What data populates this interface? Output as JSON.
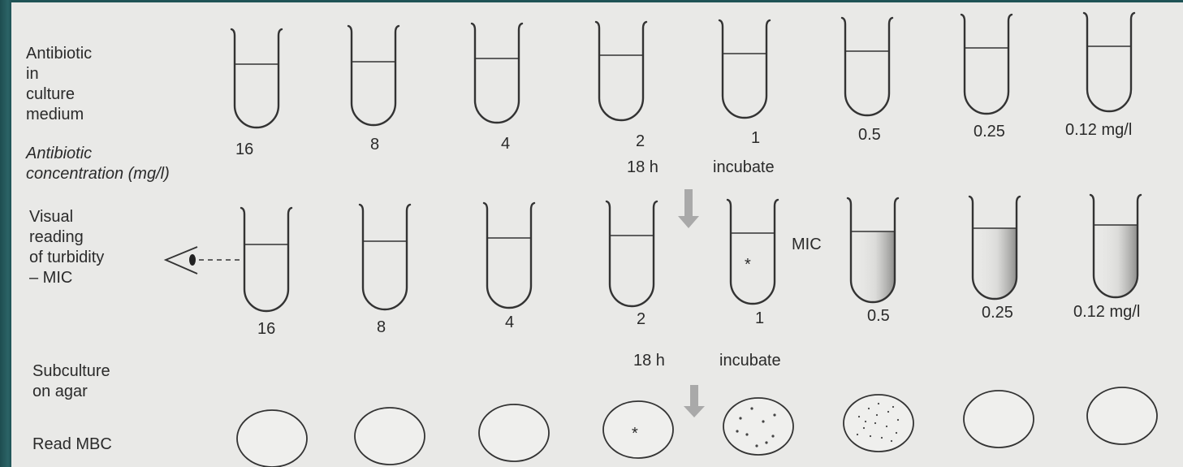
{
  "row1": {
    "label": [
      "Antibiotic",
      "in",
      "culture",
      "medium"
    ],
    "concentrations": [
      "16",
      "8",
      "4",
      "2",
      "1",
      "0.5",
      "0.25",
      "0.12 mg/l"
    ],
    "axis_label": [
      "Antibiotic",
      "concentration (mg/l)"
    ]
  },
  "incubate1": {
    "time": "18 h",
    "action": "incubate"
  },
  "row2": {
    "label": [
      "Visual",
      "reading",
      "of turbidity",
      "– MIC"
    ],
    "concentrations": [
      "16",
      "8",
      "4",
      "2",
      "1",
      "0.5",
      "0.25",
      "0.12 mg/l"
    ],
    "mic_label": "MIC",
    "mic_marker": "*",
    "turbid_from_index": 5
  },
  "incubate2": {
    "time": "18 h",
    "action": "incubate"
  },
  "row3": {
    "label1": [
      "Subculture",
      "on agar"
    ],
    "label2": "Read MBC",
    "mbc_marker": "*",
    "colonies_at_indices": [
      4,
      5
    ]
  },
  "colors": {
    "background": "#1f4f52",
    "paper": "#e9e9e7",
    "ink": "#2a2a2a"
  }
}
